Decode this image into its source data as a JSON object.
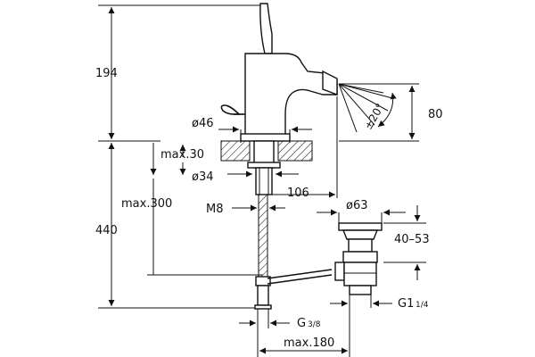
{
  "labels": {
    "height_top": "194",
    "height_total": "440",
    "spout_height": "80",
    "angle": "±20°",
    "base_diameter": "ø46",
    "max_thickness": "max.30",
    "hole_diameter": "ø34",
    "max_300": "max.300",
    "thread_m8": "M8",
    "reach": "106",
    "waste_diameter": "ø63",
    "waste_range": "40–53",
    "thread_g1": "G1",
    "thread_g1_frac": "1/4",
    "thread_g3": "G",
    "thread_g3_frac": "3/8",
    "max_180": "max.180"
  },
  "colors": {
    "ink": "#111111",
    "background": "#ffffff"
  }
}
